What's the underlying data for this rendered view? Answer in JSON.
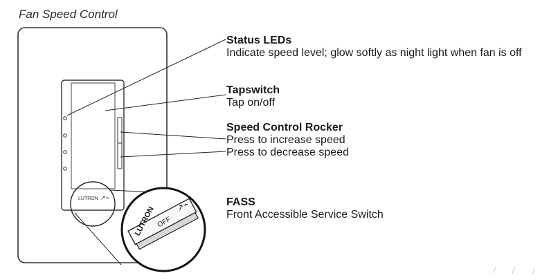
{
  "title": "Fan Speed Control",
  "callouts": {
    "status_leds": {
      "title": "Status LEDs",
      "text": "Indicate speed level; glow softly as night light when fan is off"
    },
    "tapswitch": {
      "title": "Tapswitch",
      "text": "Tap on/off"
    },
    "speed_control": {
      "title": "Speed Control Rocker",
      "increase": "Press to increase speed",
      "decrease": "Press to decrease speed"
    },
    "fass": {
      "title": "FASS",
      "text": "Front Accessible Service Switch"
    }
  },
  "device": {
    "brand_small": "LUTRON",
    "brand_large": "LUTRON",
    "off_label": "OFF"
  }
}
